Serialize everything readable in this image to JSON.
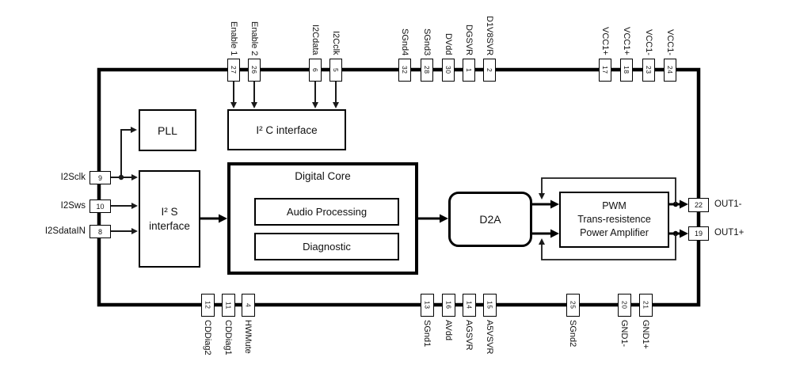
{
  "diagram": {
    "blocks": {
      "pll": "PLL",
      "i2c_interface": "I² C interface",
      "i2s_line1": "I² S",
      "i2s_line2": "interface",
      "digital_core_title": "Digital Core",
      "audio_processing": "Audio Processing",
      "diagnostic": "Diagnostic",
      "d2a": "D2A",
      "pwm_line1": "PWM",
      "pwm_line2": "Trans-resistence",
      "pwm_line3": "Power Amplifier"
    },
    "pins": {
      "top": [
        {
          "num": "27",
          "label": "Enable 1"
        },
        {
          "num": "26",
          "label": "Enable 2"
        },
        {
          "num": "6",
          "label": "I2Cdata"
        },
        {
          "num": "5",
          "label": "I2Cclk"
        },
        {
          "num": "32",
          "label": "SGnd4"
        },
        {
          "num": "28",
          "label": "SGnd3"
        },
        {
          "num": "30",
          "label": "DVdd"
        },
        {
          "num": "1",
          "label": "DGSVR"
        },
        {
          "num": "2",
          "label": "D1V8SVR"
        },
        {
          "num": "17",
          "label": "VCC1+"
        },
        {
          "num": "18",
          "label": "VCC1+"
        },
        {
          "num": "23",
          "label": "VCC1-"
        },
        {
          "num": "24",
          "label": "VCC1-"
        }
      ],
      "left": [
        {
          "num": "9",
          "label": "I2Sclk"
        },
        {
          "num": "10",
          "label": "I2Sws"
        },
        {
          "num": "8",
          "label": "I2SdataIN"
        }
      ],
      "right": [
        {
          "num": "22",
          "label": "OUT1-"
        },
        {
          "num": "19",
          "label": "OUT1+"
        }
      ],
      "bottom": [
        {
          "num": "12",
          "label": "CDDiag2"
        },
        {
          "num": "11",
          "label": "CDDiag1"
        },
        {
          "num": "4",
          "label": "HWMute"
        },
        {
          "num": "13",
          "label": "SGnd1"
        },
        {
          "num": "16",
          "label": "AVdd"
        },
        {
          "num": "14",
          "label": "AGSVR"
        },
        {
          "num": "15",
          "label": "A5VSVR"
        },
        {
          "num": "25",
          "label": "SGnd2"
        },
        {
          "num": "20",
          "label": "GND1-"
        },
        {
          "num": "21",
          "label": "GND1+"
        }
      ]
    },
    "colors": {
      "line": "#000000",
      "background": "#ffffff"
    }
  }
}
